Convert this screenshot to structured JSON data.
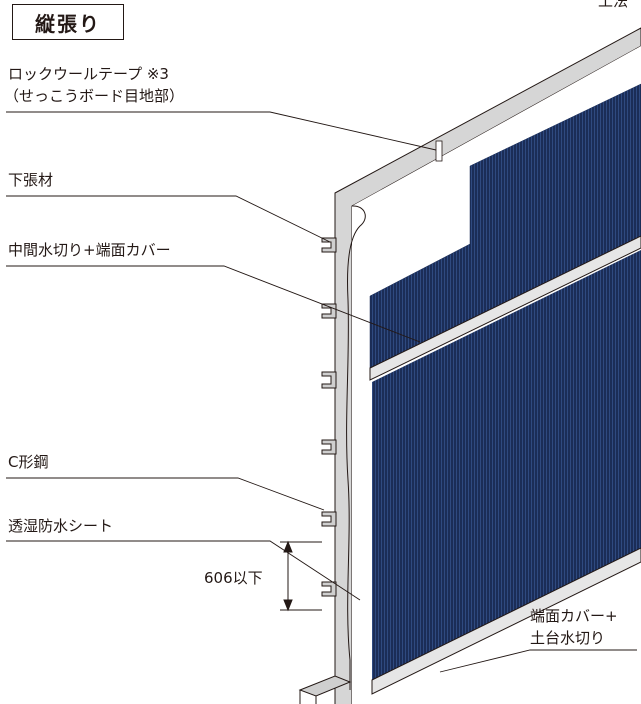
{
  "title": "縦張り",
  "corner_fragment": "工法",
  "labels": {
    "rockwool_tape_line1": "ロックウールテープ ※3",
    "rockwool_tape_line2": "（せっこうボード目地部）",
    "underlay": "下張材",
    "mid_flashing": "中間水切り+端面カバー",
    "c_channel": "C形鋼",
    "waterproof_sheet": "透湿防水シート",
    "spacing": "606以下",
    "end_cover_line1": "端面カバー+",
    "end_cover_line2": "土台水切り"
  },
  "colors": {
    "panel": "#1b2d57",
    "panel_rib": "#2f4a80",
    "frame": "#cfcfcf",
    "line": "#231815"
  }
}
